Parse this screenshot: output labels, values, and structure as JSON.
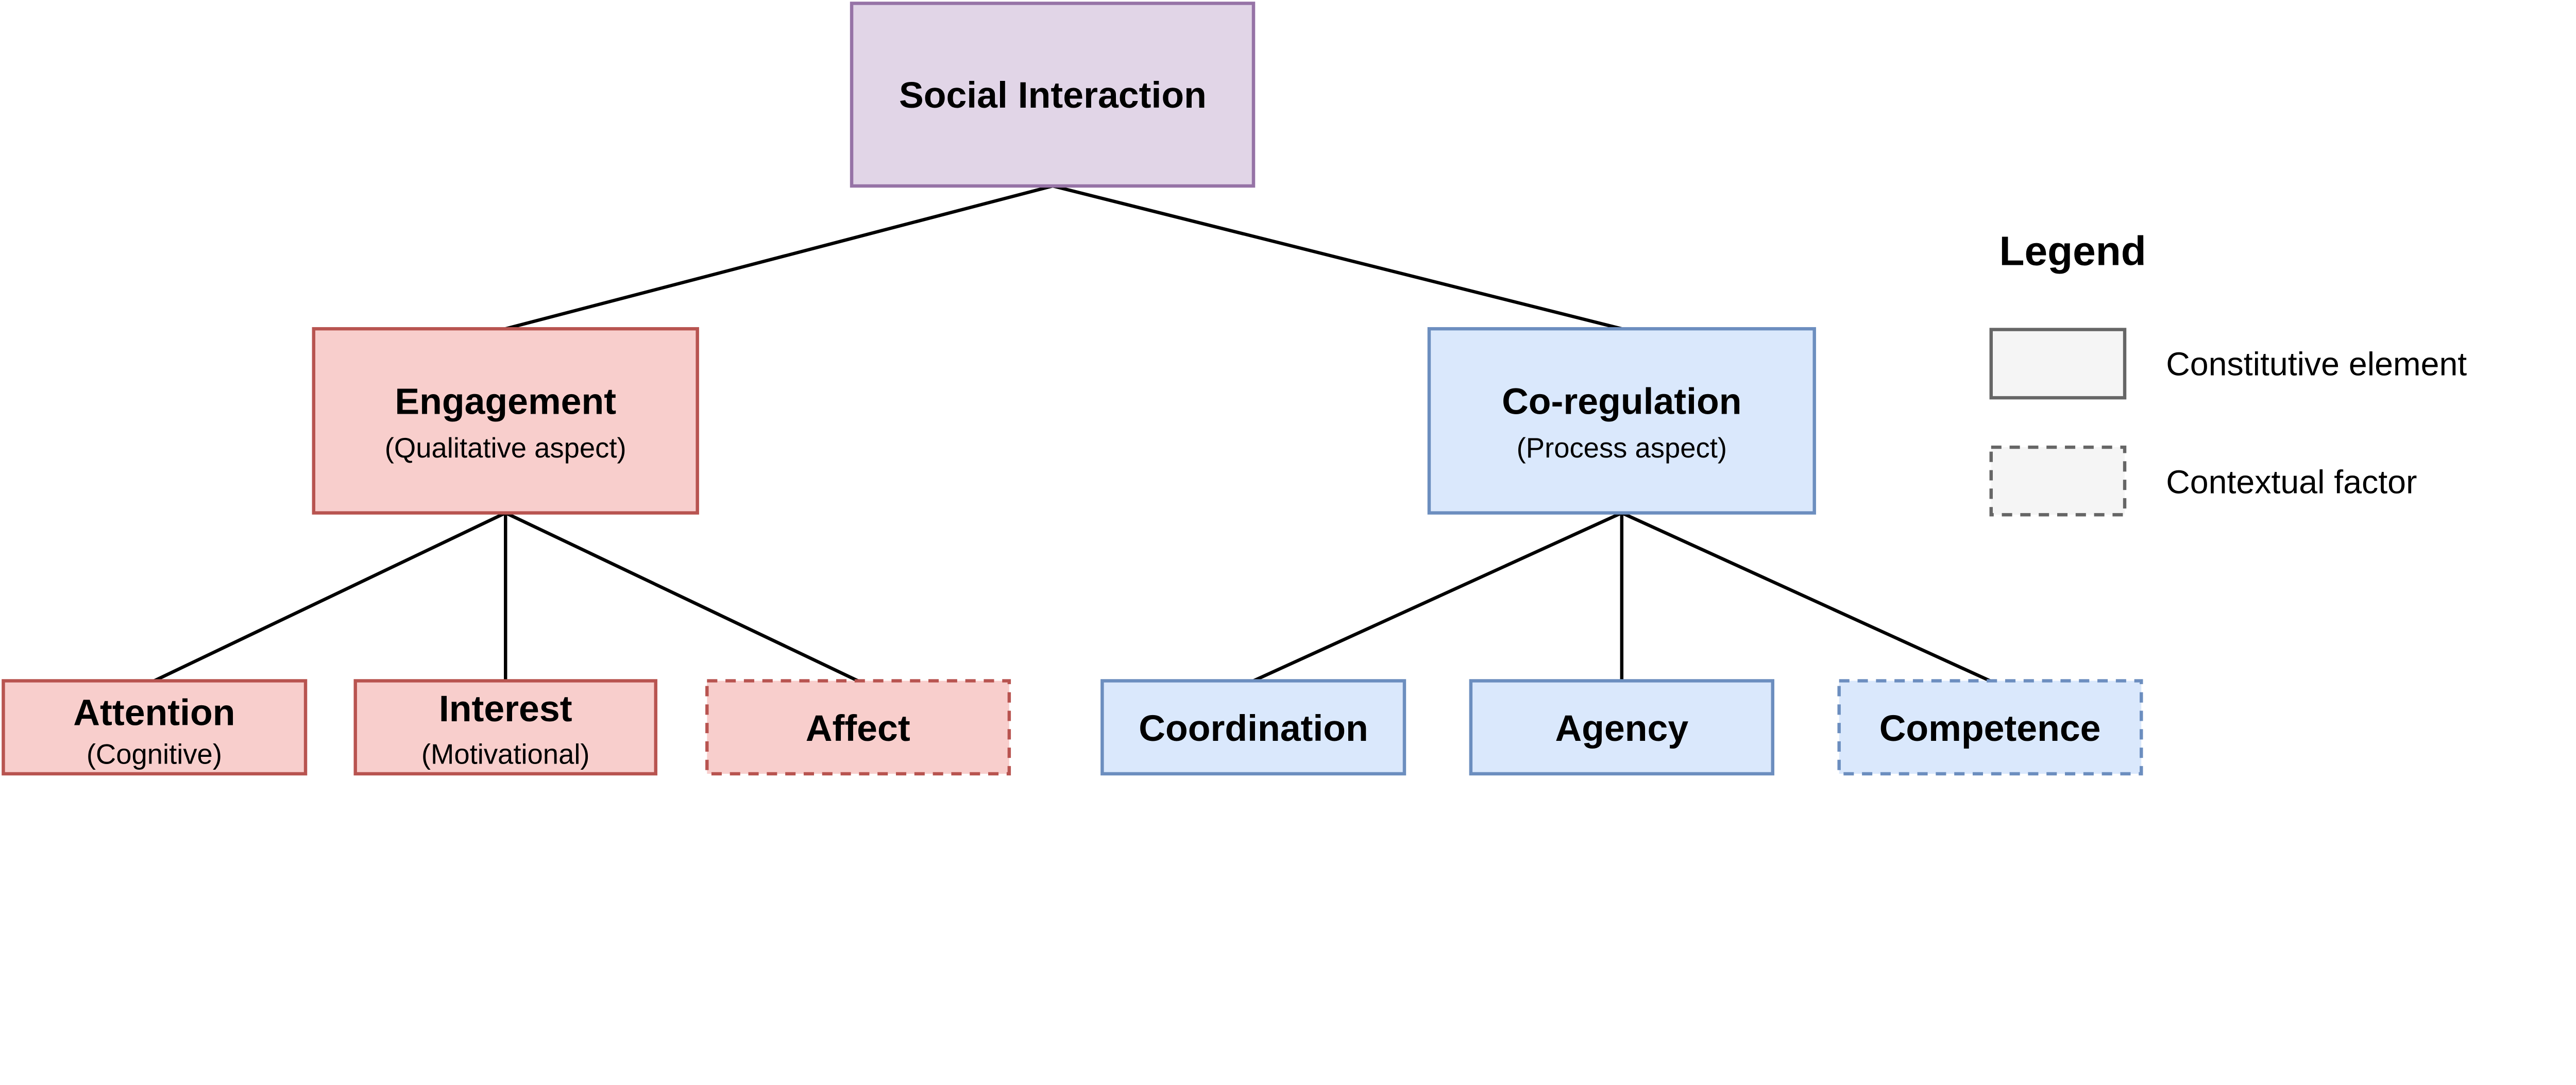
{
  "colors": {
    "root": {
      "fill": "#e1d5e7",
      "stroke": "#9673a6"
    },
    "engagement": {
      "fill": "#f8cecc",
      "stroke": "#b85450"
    },
    "coregulation": {
      "fill": "#dae8fc",
      "stroke": "#6c8ebf"
    },
    "legend": {
      "fill": "#f5f5f5",
      "stroke": "#666666"
    }
  },
  "root": {
    "title": "Social Interaction"
  },
  "engagement": {
    "title": "Engagement",
    "subtitle": "(Qualitative aspect)",
    "children": [
      {
        "title": "Attention",
        "subtitle": "(Cognitive)",
        "dashed": false
      },
      {
        "title": "Interest",
        "subtitle": "(Motivational)",
        "dashed": false
      },
      {
        "title": "Affect",
        "subtitle": "",
        "dashed": true
      }
    ]
  },
  "coregulation": {
    "title": "Co-regulation",
    "subtitle": "(Process aspect)",
    "children": [
      {
        "title": "Coordination",
        "subtitle": "",
        "dashed": false
      },
      {
        "title": "Agency",
        "subtitle": "",
        "dashed": false
      },
      {
        "title": "Competence",
        "subtitle": "",
        "dashed": true
      }
    ]
  },
  "legend": {
    "title": "Legend",
    "items": [
      {
        "label": "Constitutive element",
        "dashed": false
      },
      {
        "label": "Contextual factor",
        "dashed": true
      }
    ]
  }
}
